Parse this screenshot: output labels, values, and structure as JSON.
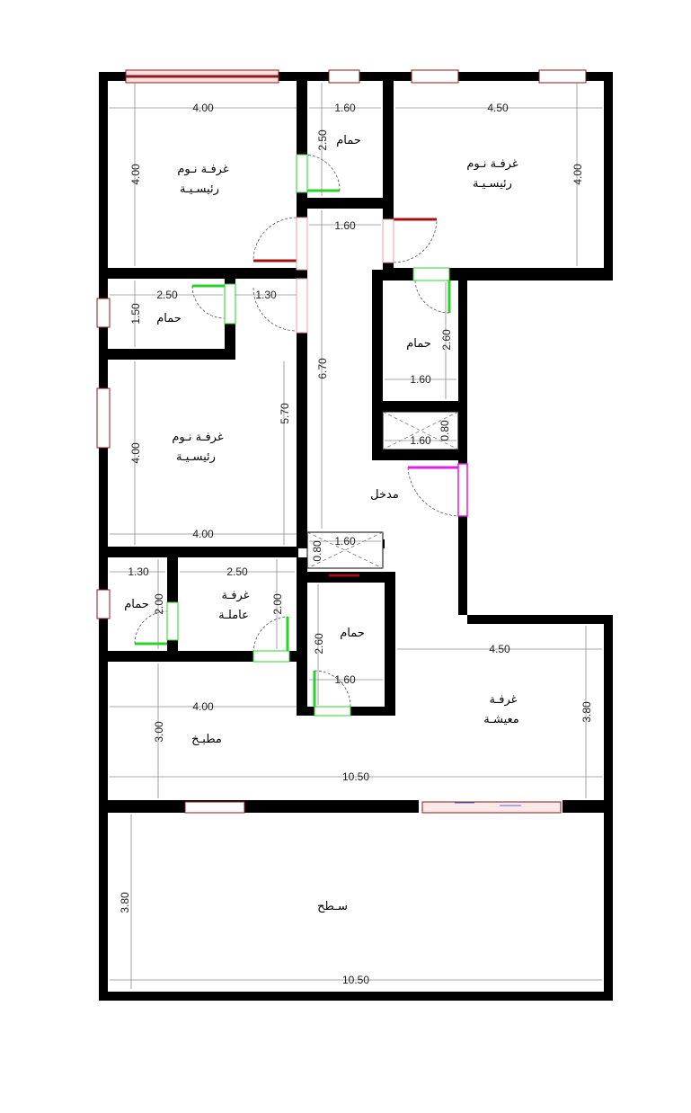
{
  "rooms": {
    "master_bed_1": {
      "label_top": "غرفـة نـوم",
      "label_bottom": "رئيسـيـة",
      "dim_w": "4.00",
      "dim_h": "4.00"
    },
    "bath_top_mid": {
      "label": "حمام",
      "dim_w": "1.60",
      "dim_h": "2.50"
    },
    "master_bed_2": {
      "label_top": "غرفـة نـوم",
      "label_bottom": "رئيسـيـة",
      "dim_w": "4.50",
      "dim_h": "4.00"
    },
    "corridor": {
      "dim_w": "1.60",
      "dim_h": "6.70"
    },
    "bath_left": {
      "label": "حمام",
      "dim_w": "2.50",
      "dim_h": "1.50",
      "dim_gap": "1.30"
    },
    "bath_right": {
      "label": "حمام",
      "dim_w": "1.60",
      "dim_h": "2.60"
    },
    "shaft_right": {
      "dim_w": "1.60",
      "dim_h": "0.80"
    },
    "entrance": {
      "label": "مدخل"
    },
    "master_bed_3": {
      "label_top": "غرفـة نـوم",
      "label_bottom": "رئيسـيـة",
      "dim_w": "4.00",
      "dim_h": "4.00",
      "dim_side": "5.70"
    },
    "shaft_mid": {
      "dim_w": "1.60",
      "dim_h": "0.80"
    },
    "maid_bath": {
      "label": "حمام",
      "dim_w": "1.30",
      "dim_h": "2.00"
    },
    "maid_room": {
      "label_top": "غرفـة",
      "label_bottom": "عاملـة",
      "dim_w": "2.50",
      "dim_h": "2.00"
    },
    "bath_mid": {
      "label": "حمام",
      "dim_w": "1.60",
      "dim_h": "2.60"
    },
    "living": {
      "label_top": "غرفـة",
      "label_bottom": "معيشـة",
      "dim_w": "4.50",
      "dim_h": "3.80"
    },
    "kitchen": {
      "label": "مطبـخ",
      "dim_w": "4.00",
      "dim_h": "3.00",
      "dim_total": "10.50"
    },
    "roof": {
      "label": "سـطح",
      "dim_w": "10.50",
      "dim_h": "3.80"
    }
  }
}
